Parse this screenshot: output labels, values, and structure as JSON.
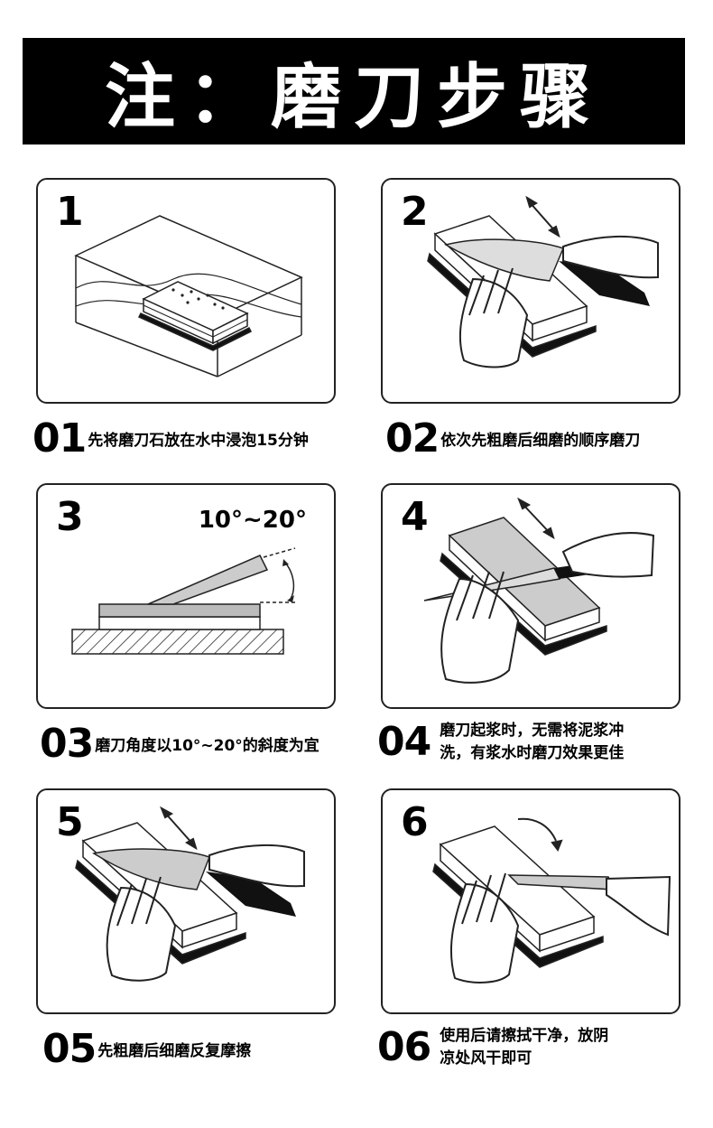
{
  "header": {
    "title": "注：磨刀步骤"
  },
  "panels": [
    {
      "number": "1"
    },
    {
      "number": "2"
    },
    {
      "number": "3",
      "angle_label": "10°~20°"
    },
    {
      "number": "4"
    },
    {
      "number": "5"
    },
    {
      "number": "6"
    }
  ],
  "captions": [
    {
      "number": "01",
      "text": "先将磨刀石放在水中浸泡15分钟"
    },
    {
      "number": "02",
      "text": "依次先粗磨后细磨的顺序磨刀"
    },
    {
      "number": "03",
      "text": "磨刀角度以10°~20°的斜度为宜"
    },
    {
      "number": "04",
      "lines": [
        "磨刀起浆时，无需将泥浆冲",
        "洗，有浆水时磨刀效果更佳"
      ]
    },
    {
      "number": "05",
      "text": "先粗磨后细磨反复摩擦"
    },
    {
      "number": "06",
      "lines": [
        "使用后请擦拭干净，放阴",
        "凉处风干即可"
      ]
    }
  ]
}
